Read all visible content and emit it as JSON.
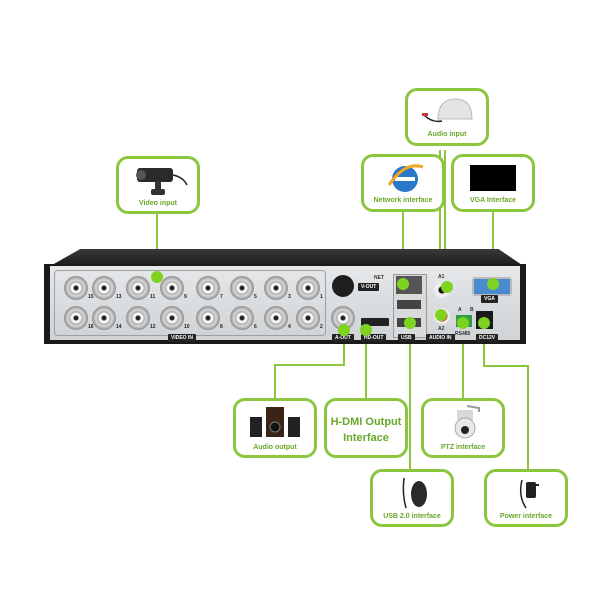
{
  "diagram": {
    "subject": "16-channel DVR rear panel interfaces",
    "callouts": {
      "video_input": "Video input",
      "audio_input": "Audio input",
      "network_interface": "Network interface",
      "vga_interface": "VGA Interface",
      "audio_output": "Audio output",
      "hdmi_output_line1": "H-DMI Output",
      "hdmi_output_line2": "Interface",
      "ptz_interface": "PTZ interface",
      "usb_interface": "USB 2.0 interface",
      "power_interface": "Power interface"
    },
    "panel_labels": {
      "video_in": "VIDEO IN",
      "v_out": "V-OUT",
      "net": "NET",
      "a_out": "A-OUT",
      "hd_out": "HD-OUT",
      "usb": "USB",
      "audio_in": "AUDIO IN",
      "a1": "A1",
      "a2": "A2",
      "vga": "VGA",
      "rs485": "RS485",
      "rs_a": "A",
      "rs_b": "B",
      "dc12v": "DC12V"
    },
    "bnc_top_numbers": [
      "15",
      "13",
      "11",
      "9",
      "7",
      "5",
      "3",
      "1"
    ],
    "bnc_bottom_numbers": [
      "16",
      "14",
      "12",
      "10",
      "8",
      "6",
      "4",
      "2"
    ],
    "accent_color": "#8cc63f"
  }
}
